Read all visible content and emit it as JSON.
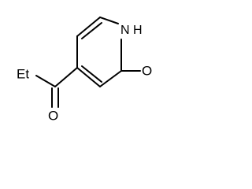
{
  "labels": {
    "nh": "N H",
    "ethyl": "Et",
    "ring_oxygen": "O",
    "carbonyl_oxygen": "O"
  },
  "colors": {
    "bond": "#000000",
    "text": "#000000",
    "background": "#ffffff"
  }
}
